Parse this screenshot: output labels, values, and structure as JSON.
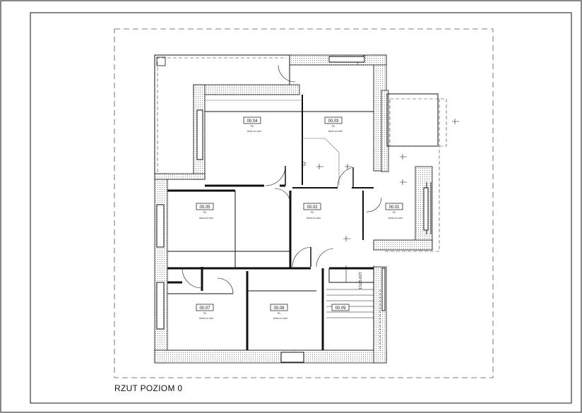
{
  "drawing_title": "RZUT POZIOM 0",
  "rooms": [
    {
      "id": "room-0004",
      "number": "00.04",
      "sub": "Pk",
      "area": "Area=xx.xxm"
    },
    {
      "id": "room-0003",
      "number": "00.03",
      "sub": "Pk",
      "area": "Area=xx.xxm"
    },
    {
      "id": "room-0005",
      "number": "00.05",
      "sub": "Pk",
      "area": "Area=xx.xxm"
    },
    {
      "id": "room-0002",
      "number": "00.02",
      "sub": "Pk",
      "area": "Area=xx.xxm"
    },
    {
      "id": "room-0001",
      "number": "00.01",
      "sub": "Pk",
      "area": "Area=xx.xxm"
    },
    {
      "id": "room-0007",
      "number": "00.07",
      "sub": "Pk",
      "area": "Area=xx.xxm"
    },
    {
      "id": "room-0008",
      "number": "00.08",
      "sub": "Pk",
      "area": "Area=xx.xxm"
    },
    {
      "id": "room-0009",
      "number": "00.09",
      "sub": "",
      "area": ""
    }
  ],
  "stair_label": "17x15.6/27",
  "colors": {
    "line": "#111111",
    "hatch": "#888888",
    "dash": "#555555"
  }
}
